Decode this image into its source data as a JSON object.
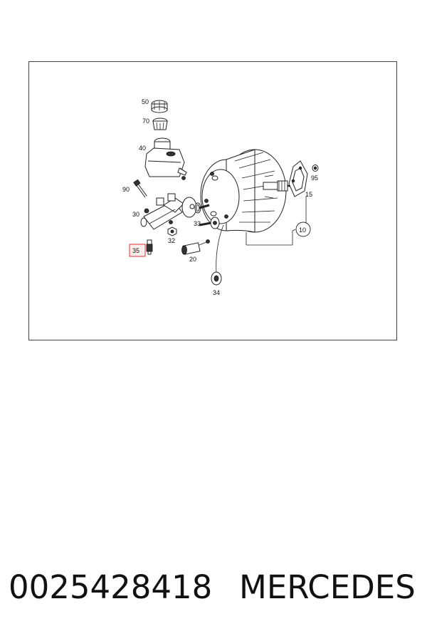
{
  "diagram": {
    "callouts": {
      "c50": "50",
      "c70": "70",
      "c40": "40",
      "c90": "90",
      "c30": "30",
      "c33": "33",
      "c32": "32",
      "c35": "35",
      "c20": "20",
      "c34": "34",
      "c95": "95",
      "c15": "15",
      "c10": "10"
    },
    "highlight_color": "#e0303a"
  },
  "caption": {
    "part_number": "0025428418",
    "brand": "MERCEDES"
  }
}
